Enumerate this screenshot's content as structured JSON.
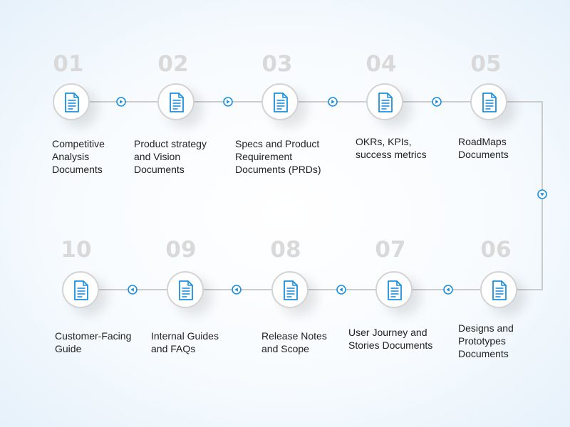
{
  "colors": {
    "accent": "#1a8fe0",
    "line": "#cccccc",
    "number": "#d9d9d9",
    "text": "#222222"
  },
  "steps": [
    {
      "number": "01",
      "label_lines": [
        "Competitive",
        "Analysis",
        "Documents"
      ],
      "icon": "document-icon"
    },
    {
      "number": "02",
      "label_lines": [
        "Product strategy",
        "and Vision",
        "Documents"
      ],
      "icon": "document-icon"
    },
    {
      "number": "03",
      "label_lines": [
        "Specs and Product",
        "Requirement",
        "Documents (PRDs)"
      ],
      "icon": "document-icon"
    },
    {
      "number": "04",
      "label_lines": [
        "OKRs, KPIs,",
        "success metrics"
      ],
      "icon": "document-icon"
    },
    {
      "number": "05",
      "label_lines": [
        "RoadMaps",
        "Documents"
      ],
      "icon": "document-icon"
    },
    {
      "number": "06",
      "label_lines": [
        "Designs and",
        "Prototypes",
        "Documents"
      ],
      "icon": "document-icon"
    },
    {
      "number": "07",
      "label_lines": [
        "User Journey and",
        "Stories Documents"
      ],
      "icon": "document-icon"
    },
    {
      "number": "08",
      "label_lines": [
        "Release Notes",
        "and Scope"
      ],
      "icon": "document-icon"
    },
    {
      "number": "09",
      "label_lines": [
        "Internal Guides",
        "and FAQs"
      ],
      "icon": "document-icon"
    },
    {
      "number": "10",
      "label_lines": [
        "Customer-Facing",
        "Guide"
      ],
      "icon": "document-icon"
    }
  ],
  "connector_icons": [
    "arrow-right-icon",
    "arrow-down-icon",
    "arrow-left-icon"
  ]
}
